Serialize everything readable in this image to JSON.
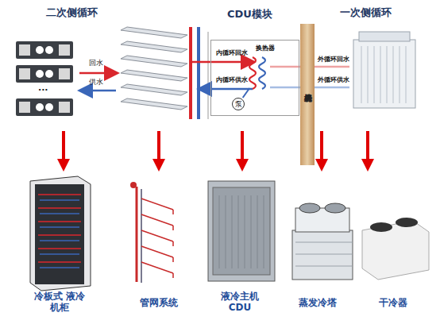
{
  "diagram": {
    "nodes": [
      {
        "text": [
          "CDU模块"
        ]
      },
      {
        "text": [
          "换热器"
        ],
        "in": 0
      },
      {
        "text": [
          "泵"
        ],
        "in": 0
      },
      {
        "text": [
          "机房外墙"
        ]
      }
    ],
    "edges": [
      {
        "from": 1,
        "to": 2,
        "arrow": "none"
      }
    ],
    "labels": [
      "二次侧循环",
      "一次侧循环",
      "回水",
      "供水",
      "...",
      "内循环回水",
      "内循环供水",
      "外循环回水",
      "外循环供水",
      "冷板式 液冷机柜",
      "管网系统",
      "液冷主机 CDU",
      "蒸发冷塔",
      "干冷器"
    ]
  }
}
